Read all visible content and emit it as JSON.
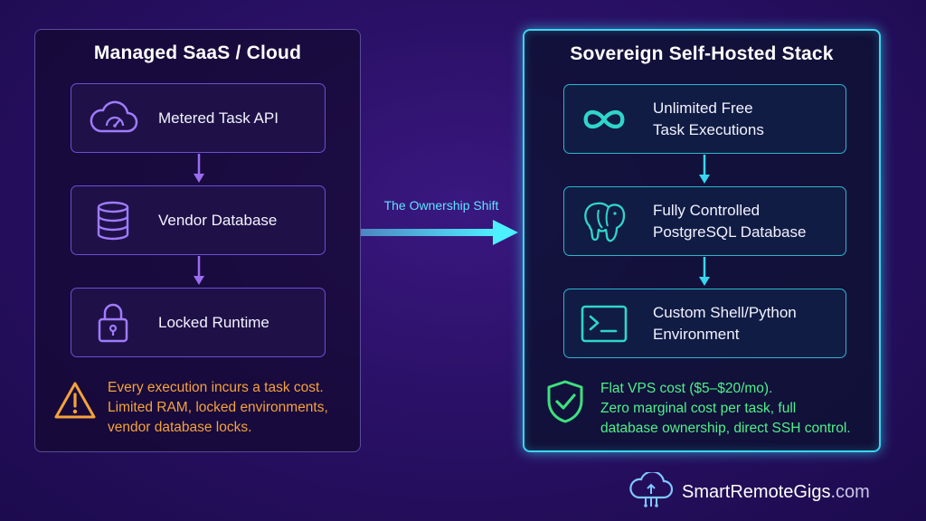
{
  "left_panel": {
    "title": "Managed SaaS / Cloud",
    "nodes": [
      {
        "label": "Metered Task API",
        "icon": "cloud-gauge-icon"
      },
      {
        "label": "Vendor Database",
        "icon": "database-icon"
      },
      {
        "label": "Locked Runtime",
        "icon": "padlock-icon"
      }
    ],
    "warning": {
      "icon": "warning-triangle-icon",
      "lines": [
        "Every execution incurs a task cost.",
        "Limited RAM, locked environments,",
        "vendor database locks."
      ]
    }
  },
  "transition": {
    "label": "The Ownership Shift"
  },
  "right_panel": {
    "title": "Sovereign Self-Hosted Stack",
    "nodes": [
      {
        "line1": "Unlimited Free",
        "line2": "Task Executions",
        "icon": "infinity-icon"
      },
      {
        "line1": "Fully Controlled",
        "line2": "PostgreSQL Database",
        "icon": "postgresql-elephant-icon"
      },
      {
        "line1": "Custom Shell/Python",
        "line2": "Environment",
        "icon": "terminal-icon"
      }
    ],
    "benefit": {
      "icon": "shield-check-icon",
      "lines": [
        "Flat VPS cost ($5–$20/mo).",
        "Zero marginal cost per task, full",
        "database ownership, direct SSH control."
      ]
    }
  },
  "brand": {
    "name": "SmartRemoteGigs",
    "suffix": ".com",
    "icon": "cloud-circuit-icon"
  },
  "colors": {
    "background": "#2a1066",
    "left_accent": "#6b4fd6",
    "right_accent": "#38d6f0",
    "warning": "#f4a23c",
    "success": "#4ef08a"
  }
}
